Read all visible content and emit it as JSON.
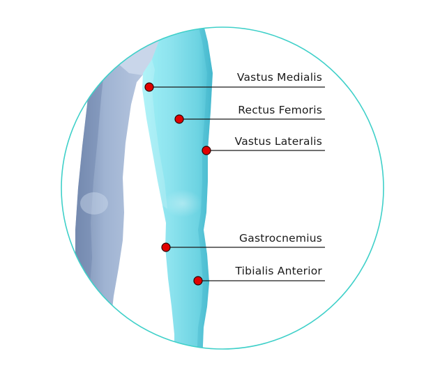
{
  "colors": {
    "ring": "#3fd0c9",
    "marker": "#e00000",
    "marker_outline": "#2a0000",
    "leader": "#1a1a1a",
    "highlighted_leg": "#8fe3ef",
    "back_leg": "#8da3c4"
  },
  "muscles": [
    {
      "label": "Vastus Medialis"
    },
    {
      "label": "Rectus Femoris"
    },
    {
      "label": "Vastus Lateralis"
    },
    {
      "label": "Gastrocnemius"
    },
    {
      "label": "Tibialis Anterior"
    }
  ]
}
